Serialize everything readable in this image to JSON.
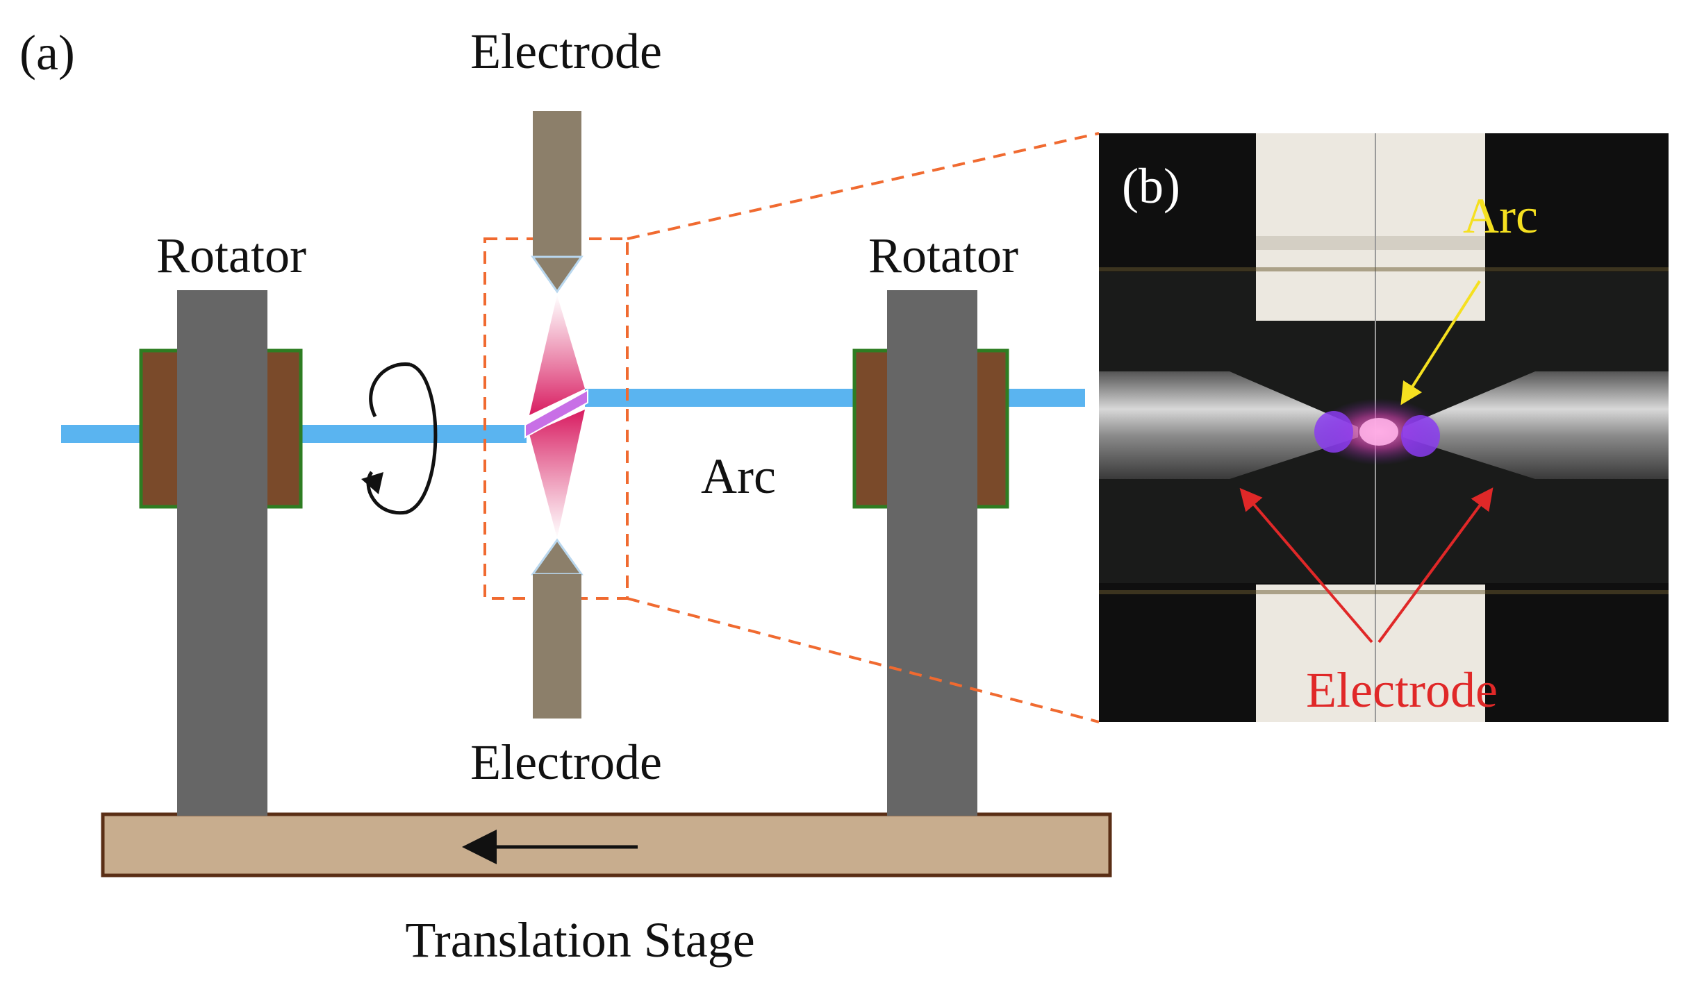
{
  "panel_a_label": "(a)",
  "panel_b_label": "(b)",
  "labels": {
    "electrode_top": "Electrode",
    "electrode_bottom": "Electrode",
    "rotator_left": "Rotator",
    "rotator_right": "Rotator",
    "arc": "Arc",
    "translation_stage": "Translation Stage"
  },
  "photo": {
    "arc_label": "Arc",
    "electrode_label": "Electrode"
  },
  "colors": {
    "fiber": "#5ab4f0",
    "rotator_post": "#666666",
    "clamp_fill": "#7a4a2a",
    "clamp_border": "#2e7d22",
    "electrode": "#8c7f6a",
    "arc_glow": "#e0407a",
    "stage_fill": "#c8ad8e",
    "stage_border": "#5a2e15",
    "zoom_lines": "#f06a30",
    "photo_arc_text": "#f5e020",
    "photo_electrode_text": "#e02828"
  }
}
